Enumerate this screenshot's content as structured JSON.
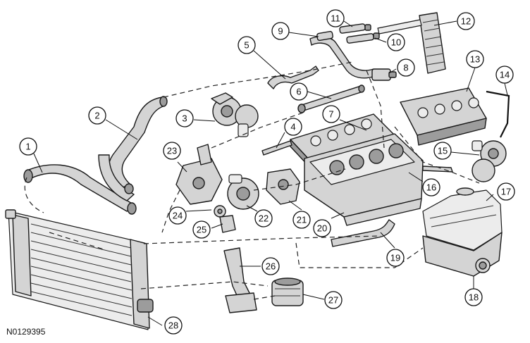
{
  "figure_id": "N0129395",
  "callouts": [
    "1",
    "2",
    "3",
    "4",
    "5",
    "6",
    "7",
    "8",
    "9",
    "10",
    "11",
    "12",
    "13",
    "14",
    "15",
    "16",
    "17",
    "18",
    "19",
    "20",
    "21",
    "22",
    "23",
    "24",
    "25",
    "26",
    "27",
    "28"
  ]
}
